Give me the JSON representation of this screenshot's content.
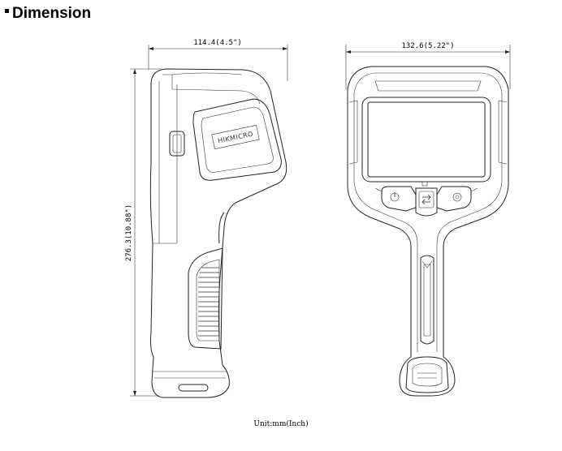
{
  "heading": "Dimension",
  "side_view": {
    "width_label": "114.4(4.5\")",
    "height_label": "276.3(10.88\")",
    "logo_text": "HIKMICRO"
  },
  "front_view": {
    "width_label": "132.6(5.22\")"
  },
  "unit_note": "Unit:mm(Inch)"
}
